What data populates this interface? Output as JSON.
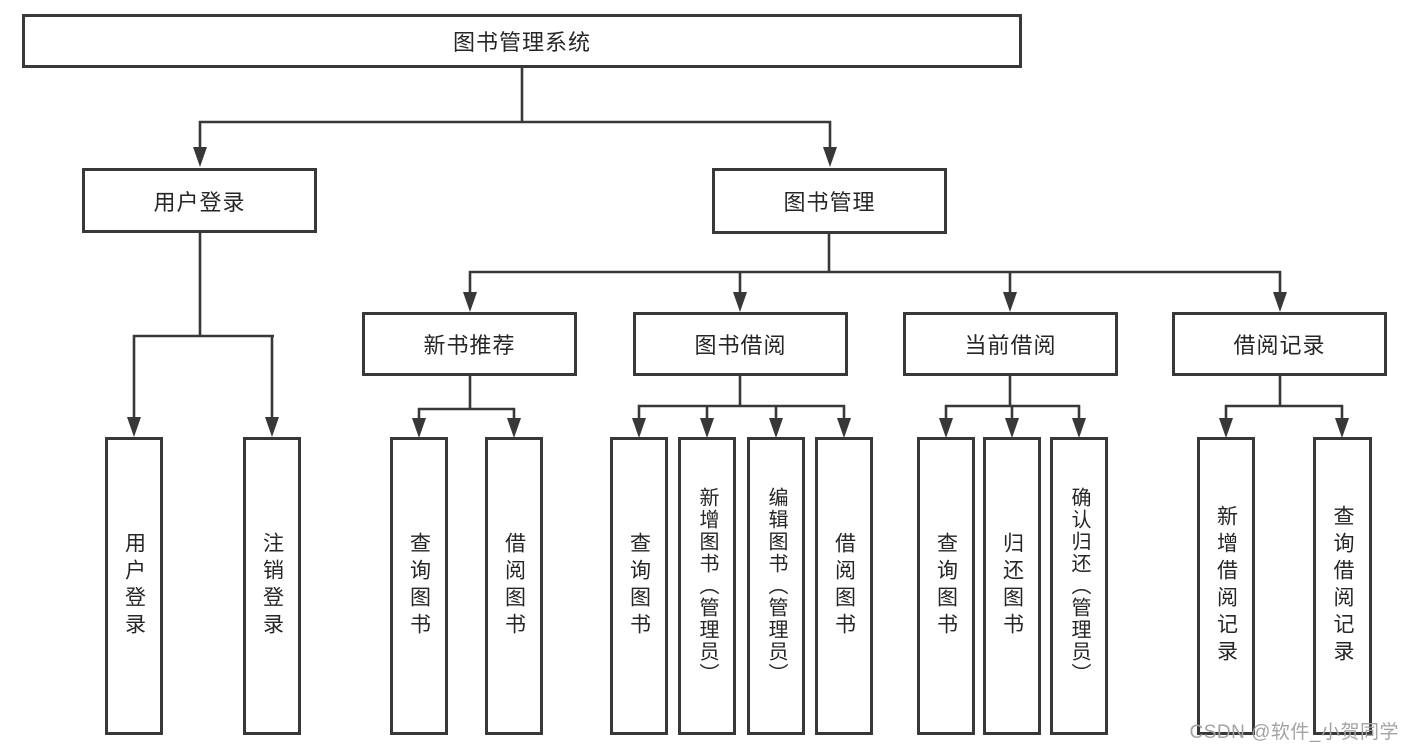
{
  "diagram": {
    "type": "hierarchy-tree",
    "root": {
      "label": "图书管理系统"
    },
    "level2": [
      {
        "label": "用户登录"
      },
      {
        "label": "图书管理"
      }
    ],
    "level3": [
      {
        "label": "新书推荐",
        "parent": "图书管理"
      },
      {
        "label": "图书借阅",
        "parent": "图书管理"
      },
      {
        "label": "当前借阅",
        "parent": "图书管理"
      },
      {
        "label": "借阅记录",
        "parent": "图书管理"
      }
    ],
    "leaves": [
      {
        "label": "用户登录",
        "parent": "用户登录"
      },
      {
        "label": "注销登录",
        "parent": "用户登录"
      },
      {
        "label": "查询图书",
        "parent": "新书推荐"
      },
      {
        "label": "借阅图书",
        "parent": "新书推荐"
      },
      {
        "label": "查询图书",
        "parent": "图书借阅"
      },
      {
        "label": "新增图书（管理员）",
        "parent": "图书借阅"
      },
      {
        "label": "编辑图书（管理员）",
        "parent": "图书借阅"
      },
      {
        "label": "借阅图书",
        "parent": "图书借阅"
      },
      {
        "label": "查询图书",
        "parent": "当前借阅"
      },
      {
        "label": "归还图书",
        "parent": "当前借阅"
      },
      {
        "label": "确认归还（管理员）",
        "parent": "当前借阅"
      },
      {
        "label": "新增借阅记录",
        "parent": "借阅记录"
      },
      {
        "label": "查询借阅记录",
        "parent": "借阅记录"
      }
    ],
    "watermark": "CSDN @软件_小贺同学",
    "colors": {
      "line": "#383838",
      "box_border": "#383838",
      "box_bg": "#ffffff",
      "text": "#262626",
      "watermark": "#a3a3a3",
      "background": "#ffffff"
    }
  }
}
